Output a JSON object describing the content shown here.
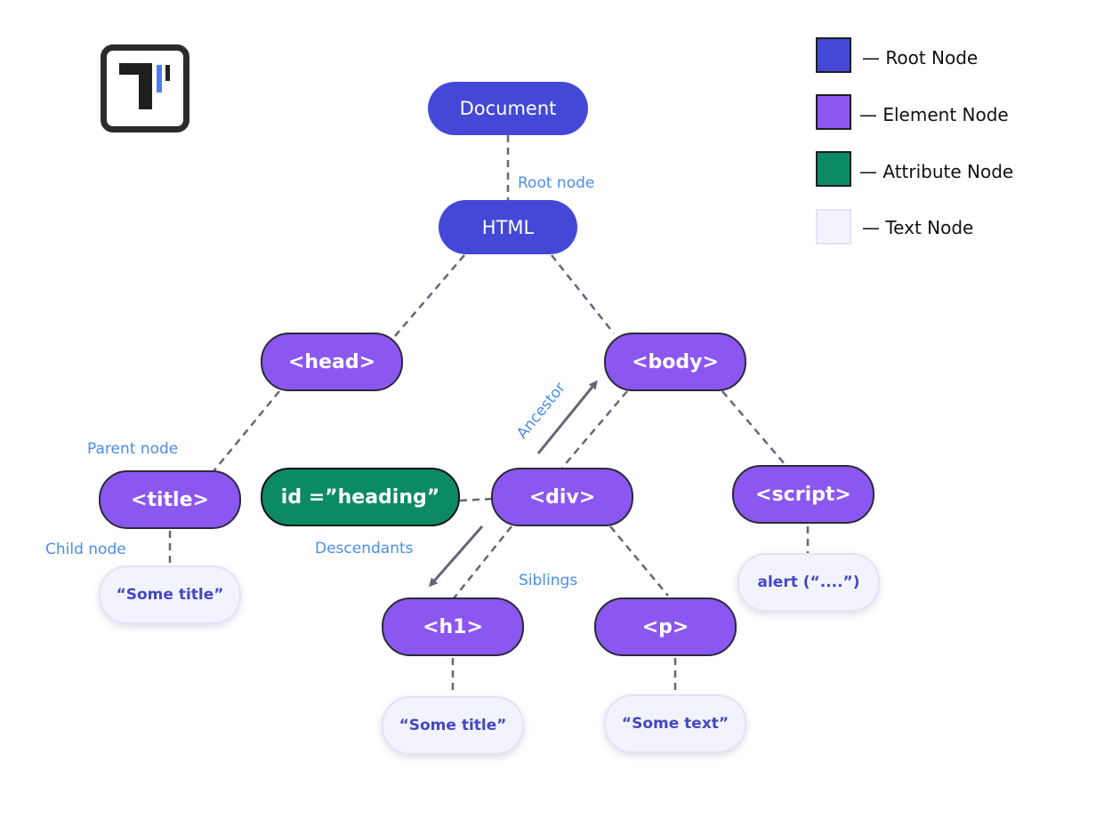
{
  "colors": {
    "root": "#4349d6",
    "element": "#8b57f0",
    "attribute": "#0b8a63",
    "text": "#f3f3fd",
    "label": "#4a8ee8",
    "edge": "#66667a"
  },
  "logo": {
    "icon": "logo-icon"
  },
  "legend": [
    {
      "label": "— Root Node",
      "kind": "root"
    },
    {
      "label": "— Element Node",
      "kind": "element"
    },
    {
      "label": "— Attribute Node",
      "kind": "attribute"
    },
    {
      "label": "— Text Node",
      "kind": "text"
    }
  ],
  "nodes": {
    "document": "Document",
    "html": "HTML",
    "head": "<head>",
    "body": "<body>",
    "title": "<title>",
    "attribute": "id =”heading”",
    "div": "<div>",
    "script": "<script>",
    "h1": "<h1>",
    "p": "<p>",
    "title_text": "“Some title”",
    "h1_text": "“Some title”",
    "p_text": "“Some text”",
    "script_text": "alert (“....”)"
  },
  "labels": {
    "root_node": "Root node",
    "parent_node": "Parent node",
    "child_node": "Child node",
    "ancestor": "Ancestor",
    "descendants": "Descendants",
    "siblings": "Siblings"
  }
}
